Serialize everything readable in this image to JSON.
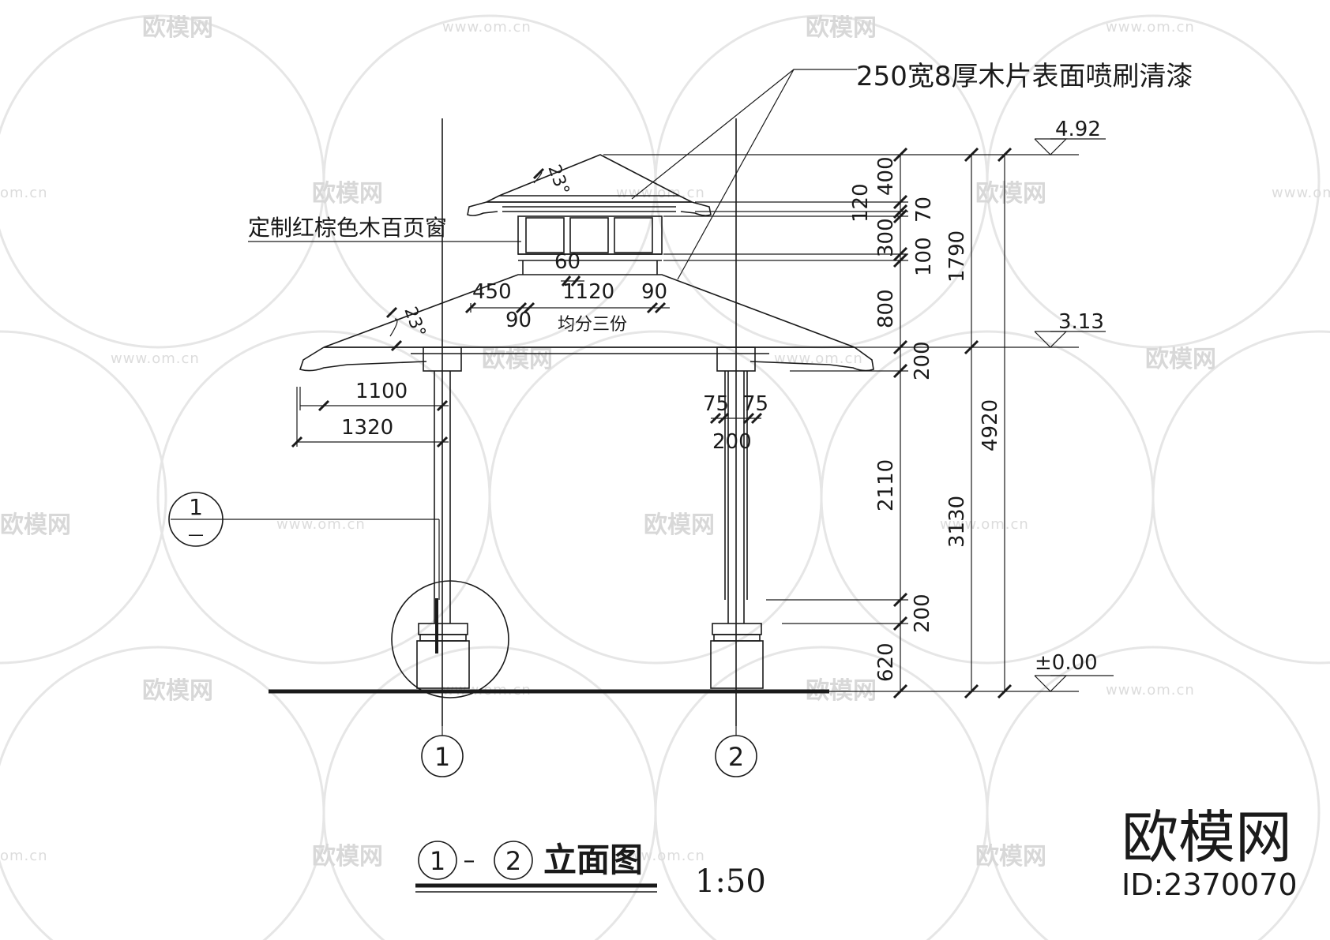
{
  "drawing": {
    "title": "立面图",
    "title_axis_from": "1",
    "title_axis_to": "2",
    "title_dash": "–",
    "scale": "1:50",
    "axis_labels": [
      "1",
      "2"
    ],
    "detail_callout": {
      "top": "1",
      "bottom": "—"
    },
    "notes": {
      "wood_slat": "250宽8厚木片表面喷刷清漆",
      "louver_window": "定制红棕色木百页窗",
      "equal_split": "均分三份"
    },
    "angles": [
      "23°",
      "23°"
    ],
    "levels": [
      "4.92",
      "3.13",
      "±0.00"
    ],
    "dims_right_inner": [
      "400",
      "120",
      "70",
      "300",
      "100",
      "800",
      "200",
      "2110",
      "200",
      "620"
    ],
    "dims_right_mid": [
      "1790",
      "3130"
    ],
    "dims_right_outer": [
      "4920"
    ],
    "dims_horizontal_upper": [
      "60",
      "450",
      "1120",
      "90",
      "90"
    ],
    "dims_left_eave": [
      "1100",
      "1320"
    ],
    "dims_column": [
      "75",
      "75",
      "200"
    ]
  },
  "watermark": {
    "brand": "欧模网",
    "url": "www.om.cn",
    "url_short": "om.cn",
    "id_label": "ID:2370070"
  }
}
